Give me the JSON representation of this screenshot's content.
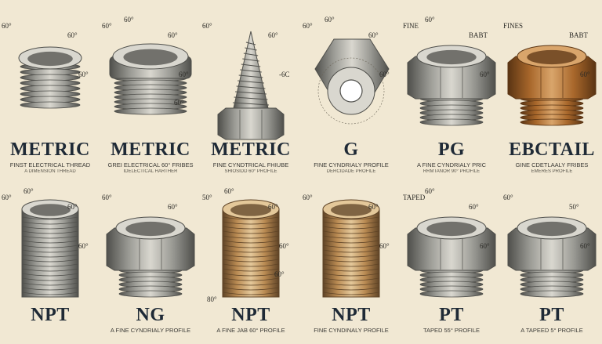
{
  "background": "#f1e8d3",
  "colors": {
    "steel": "#9a9a94",
    "steel_dark": "#4f4f4b",
    "steel_light": "#d9d7cf",
    "brass": "#b98a52",
    "bronze": "#a8672b",
    "ink": "#1f2a36"
  },
  "top_row": [
    {
      "title": "METRIC",
      "line1": "FINST ELECTRICAL THREAD",
      "line2": "A DIMENSION THREAD",
      "angles": [
        "60°",
        "60°",
        "60°"
      ],
      "shape": "ring-thread",
      "tone": "steel"
    },
    {
      "title": "METRIC",
      "line1": "GREI ELECTRICAL 60° FRIBES",
      "line2": "IDELECTICAL HARTHER",
      "angles": [
        "60°",
        "60°",
        "60°",
        "60°",
        "60°"
      ],
      "shape": "round-thread",
      "tone": "steel"
    },
    {
      "title": "METRIC",
      "line1": "FINE CYNDTRICAL FHIUBE",
      "line2": "SHIOSIDD 60° PROFILE",
      "angles": [
        "60°",
        "60°",
        "-6C"
      ],
      "shape": "cone-bolt",
      "tone": "steel"
    },
    {
      "title": "G",
      "line1": "FINE CYNDRIALY PROFILE",
      "line2": "DERCIDADE PROFILE",
      "angles": [
        "60°",
        "60°",
        "60°",
        "60°"
      ],
      "shape": "nut-face",
      "tone": "steel"
    },
    {
      "title": "PG",
      "line1": "A FINE CYNDRIALY PRIC",
      "line2": "RRMTANOR 90° PROFILE",
      "angles": [
        "FINE",
        "BABT",
        "60°",
        "60°"
      ],
      "shape": "hex-fitting",
      "tone": "steel"
    },
    {
      "title": "EBCTAIL",
      "line1": "GINE CDETLAALY FRIBES",
      "line2": "EMERES PROFILE",
      "angles": [
        "FINES",
        "BABT",
        "60°"
      ],
      "shape": "hex-fitting",
      "tone": "bronze"
    }
  ],
  "bottom_row": [
    {
      "title": "NPT",
      "line1": "",
      "angles": [
        "60°",
        "60°",
        "60°",
        "60°"
      ],
      "shape": "plain-thread",
      "tone": "steel"
    },
    {
      "title": "NG",
      "line1": "A FINE CYNDRIALY PROFILE",
      "angles": [
        "60°",
        "60°"
      ],
      "shape": "hex-fitting",
      "tone": "steel"
    },
    {
      "title": "NPT",
      "line1": "A FINE JAB 60° PROFILE",
      "angles": [
        "50°",
        "60°",
        "60°",
        "60°",
        "60°",
        "80°"
      ],
      "shape": "plain-thread",
      "tone": "brass"
    },
    {
      "title": "NPT",
      "line1": "FINE CYNDINALY PROFILE",
      "angles": [
        "60°",
        "60°",
        "60°"
      ],
      "shape": "plain-thread",
      "tone": "brass"
    },
    {
      "title": "PT",
      "line1": "TAPED 55° PROFILE",
      "angles": [
        "TAPED",
        "60°",
        "60°",
        "60°"
      ],
      "shape": "hex-fitting",
      "tone": "steel"
    },
    {
      "title": "PT",
      "line1": "A TAPEED 5° PROFILE",
      "angles": [
        "60°",
        "50°",
        "60°"
      ],
      "shape": "hex-fitting",
      "tone": "steel"
    }
  ]
}
